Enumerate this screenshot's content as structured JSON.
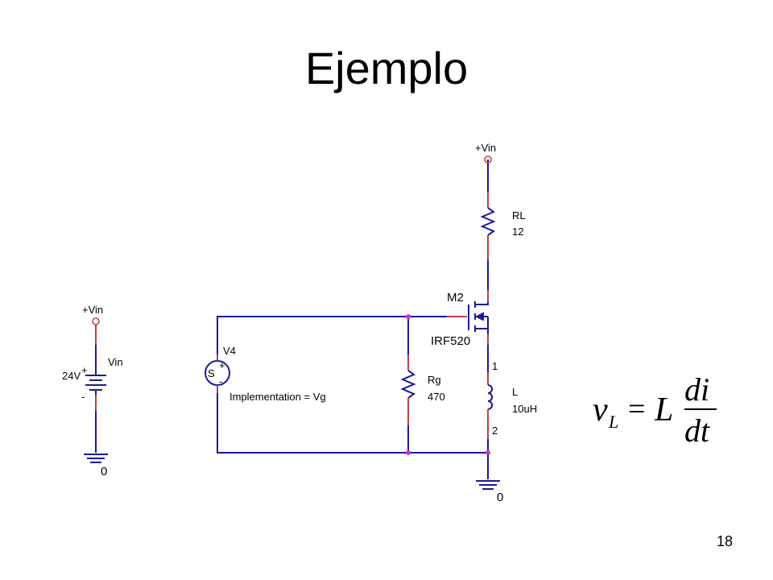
{
  "title": "Ejemplo",
  "page_number": "18",
  "colors": {
    "wire": "#1a1a9a",
    "component": "#1a1a9a",
    "pin": "#c04040",
    "junction": "#cc33cc",
    "text": "#000000"
  },
  "battery": {
    "net_label": "+Vin",
    "name": "Vin",
    "value": "24V",
    "plus": "+",
    "minus": "-",
    "ground_label": "0"
  },
  "source": {
    "name": "V4",
    "symbol": "S",
    "plus": "+",
    "minus": "-",
    "implementation": "Implementation = Vg"
  },
  "rg": {
    "name": "Rg",
    "value": "470"
  },
  "rl": {
    "name": "RL",
    "value": "12",
    "net_label": "+Vin"
  },
  "mosfet": {
    "name": "M2",
    "part": "IRF520"
  },
  "inductor": {
    "name": "L",
    "value": "10uH",
    "pin1": "1",
    "pin2": "2"
  },
  "main_ground_label": "0",
  "equation": {
    "lhs_var": "v",
    "lhs_sub": "L",
    "equals": "=",
    "coef": "L",
    "num": "di",
    "den": "dt"
  }
}
